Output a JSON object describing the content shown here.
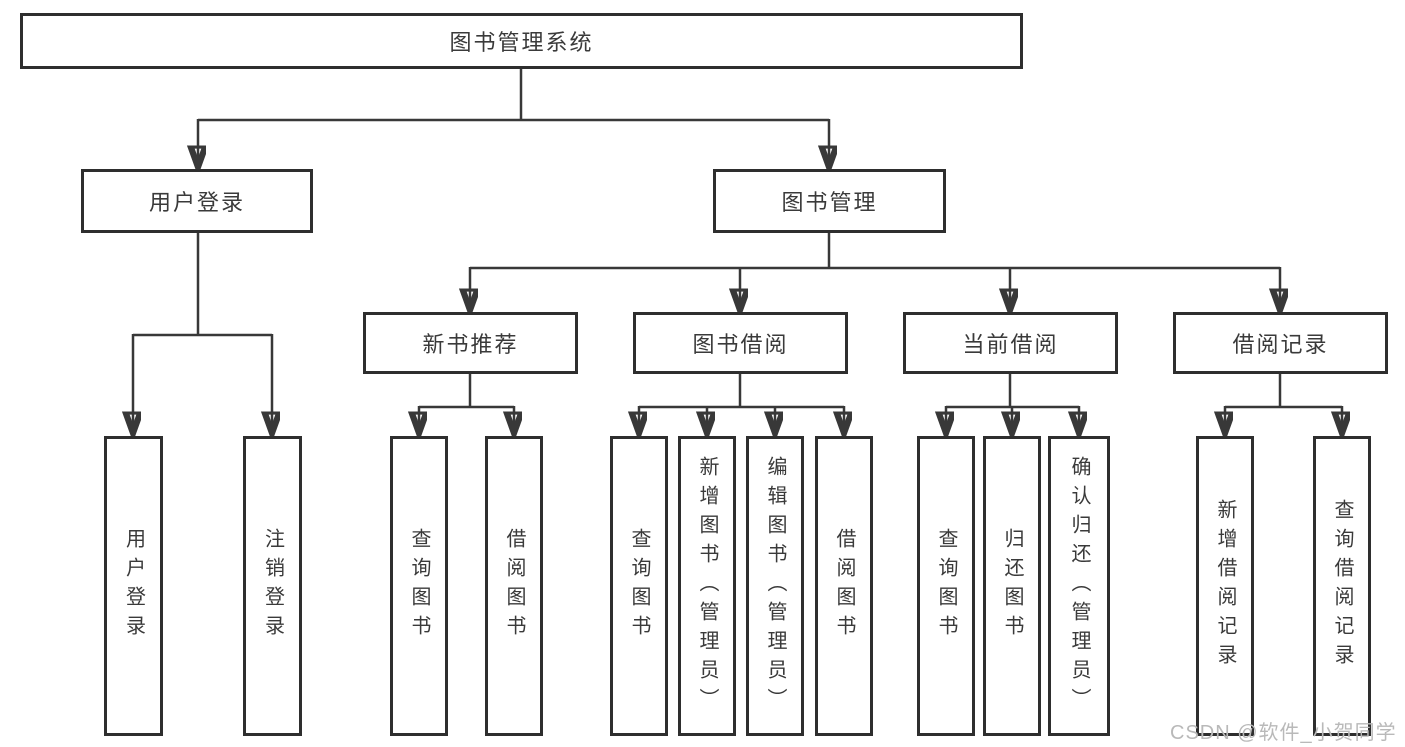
{
  "nodes": {
    "root": "图书管理系统",
    "login": "用户登录",
    "manage": "图书管理",
    "recommend": "新书推荐",
    "borrow": "图书借阅",
    "current": "当前借阅",
    "records": "借阅记录",
    "login_children": [
      "用户登录",
      "注销登录"
    ],
    "recommend_children": [
      "查询图书",
      "借阅图书"
    ],
    "borrow_children": [
      "查询图书",
      "新增图书（管理员）",
      "编辑图书（管理员）",
      "借阅图书"
    ],
    "current_children": [
      "查询图书",
      "归还图书",
      "确认归还（管理员）"
    ],
    "records_children": [
      "新增借阅记录",
      "查询借阅记录"
    ]
  },
  "watermark": {
    "text": "CSDN @软件_小贺同学"
  },
  "colors": {
    "box_border": "#2e2e2e",
    "connector": "#383838",
    "text": "#3a3a3a",
    "watermark": "#b9b9b9",
    "bg": "#ffffff"
  }
}
